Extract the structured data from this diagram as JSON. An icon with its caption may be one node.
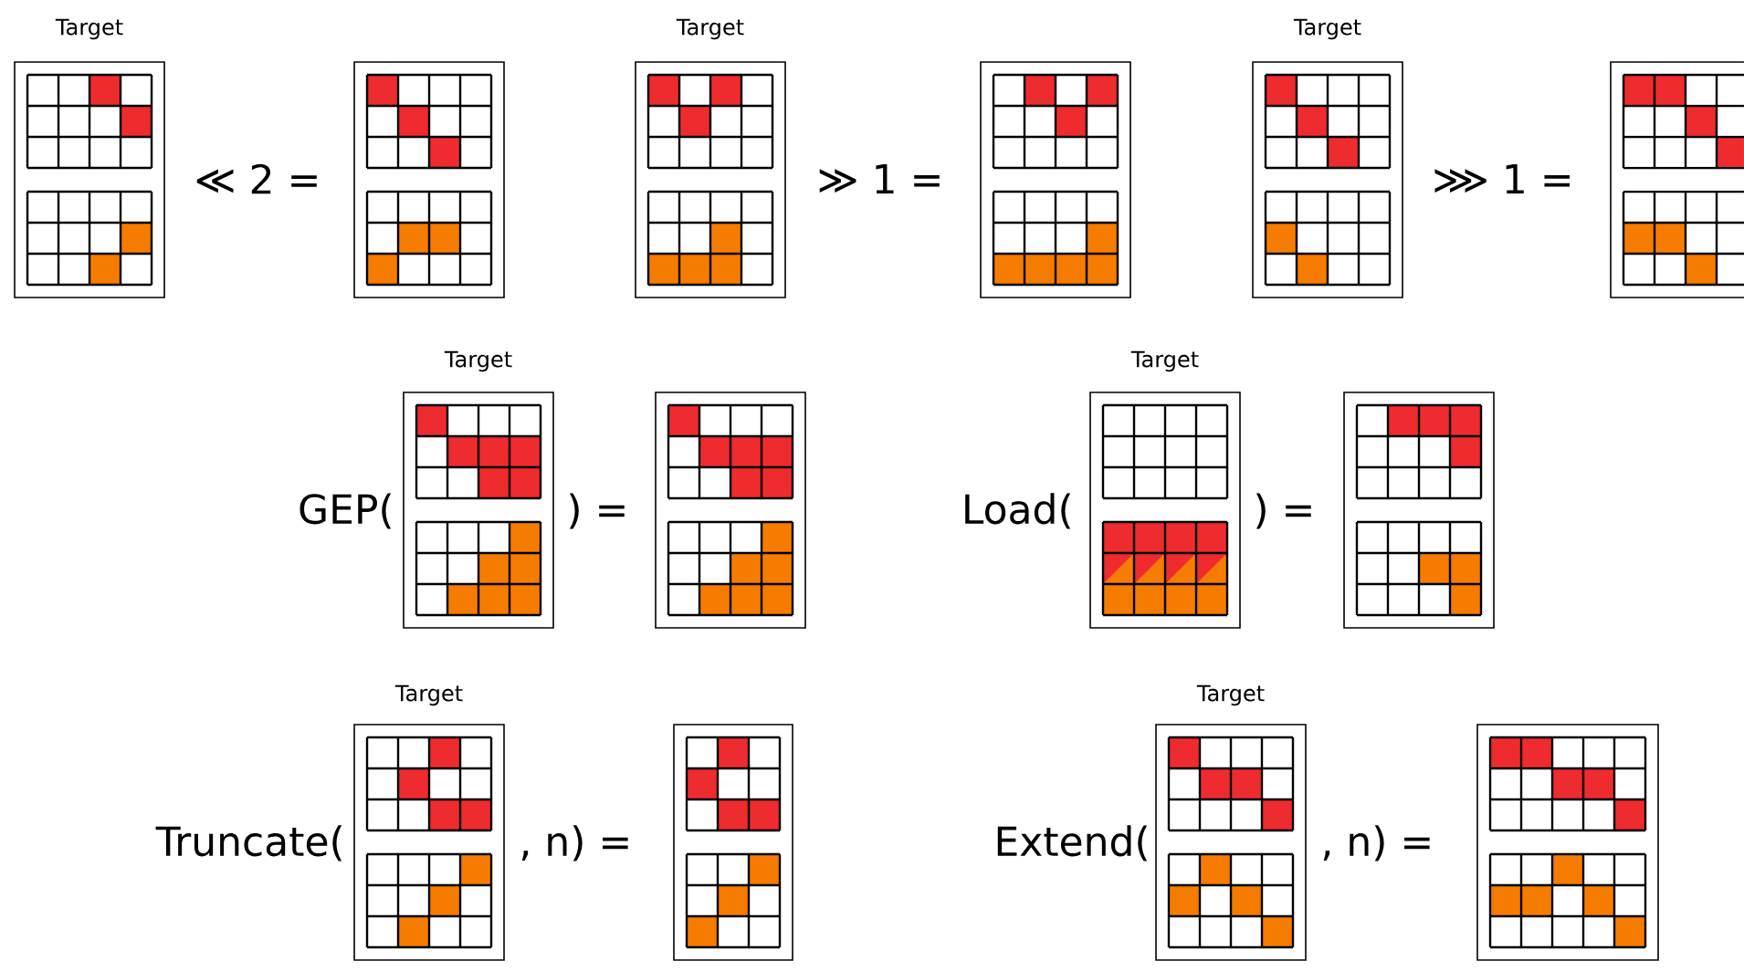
{
  "diagram": {
    "labels": [
      "Target",
      "≪ 2 =",
      "Target",
      "≫ 1 =",
      "Target",
      "⋙ 1 =",
      "Target",
      "GEP(",
      ") =",
      "Target",
      "Load(",
      ") =",
      "Target",
      "Truncate(",
      ", n) =",
      "Target",
      "Extend(",
      ", n) ="
    ]
  }
}
